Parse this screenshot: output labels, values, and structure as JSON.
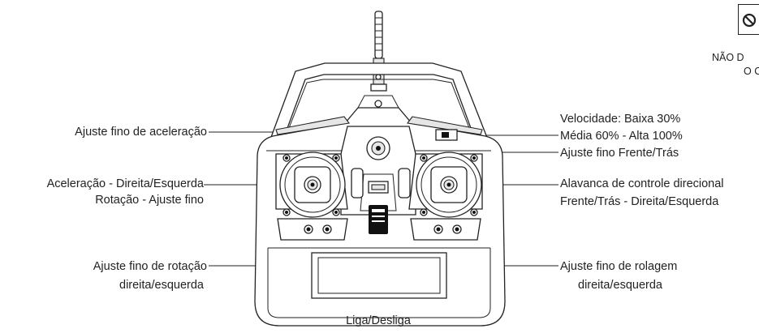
{
  "labels": {
    "fine_throttle": "Ajuste fino de aceleração",
    "throttle_line1": "Aceleração - Direita/Esquerda",
    "throttle_line2": "Rotação - Ajuste fino",
    "fine_rotation_line1": "Ajuste fino de rotação",
    "fine_rotation_line2": "direita/esquerda",
    "power": "Liga/Desliga",
    "speed_line1": "Velocidade: Baixa 30%",
    "speed_line2": "Média 60% - Alta 100%",
    "fine_forward_back": "Ajuste fino Frente/Trás",
    "direction_line1": "Alavanca de controle direcional",
    "direction_line2": "Frente/Trás - Direita/Esquerda",
    "fine_roll_line1": "Ajuste fino de rolagem",
    "fine_roll_line2": "direita/esquerda"
  },
  "warning": {
    "icon": "no-symbol-icon",
    "text_line1": "NÃO D",
    "text_line2": "O C"
  }
}
